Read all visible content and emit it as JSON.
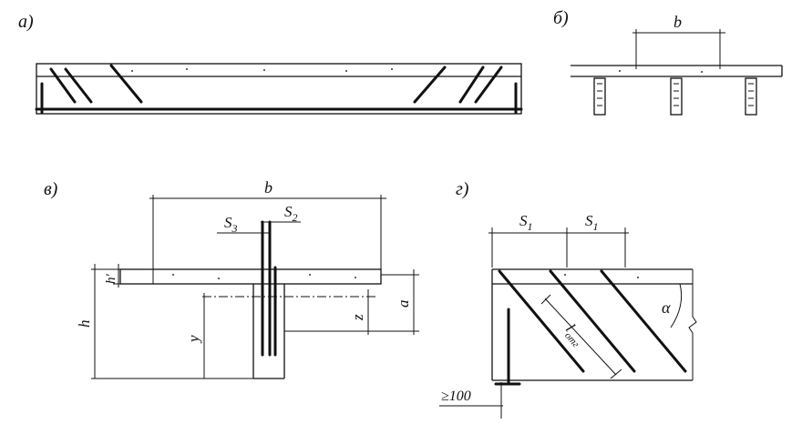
{
  "panels": {
    "a": {
      "label": "а)"
    },
    "b": {
      "label": "б)",
      "dim_b": "b"
    },
    "v": {
      "label": "в)",
      "dim_b": "b",
      "dim_s3": "S",
      "dim_s3_sub": "3",
      "dim_s2": "S",
      "dim_s2_sub": "2",
      "dim_h_prime": "h'",
      "dim_h": "h",
      "dim_a": "a",
      "dim_z": "z",
      "dim_y": "y"
    },
    "g": {
      "label": "г)",
      "dim_s1_left": "S",
      "dim_s1_left_sub": "1",
      "dim_s1_right": "S",
      "dim_s1_right_sub": "1",
      "dim_l_main": "l",
      "dim_l_sub": "отг",
      "dim_alpha": "α",
      "dim_min": "≥100"
    }
  },
  "colors": {
    "ink": "#111111",
    "paper": "#ffffff"
  }
}
